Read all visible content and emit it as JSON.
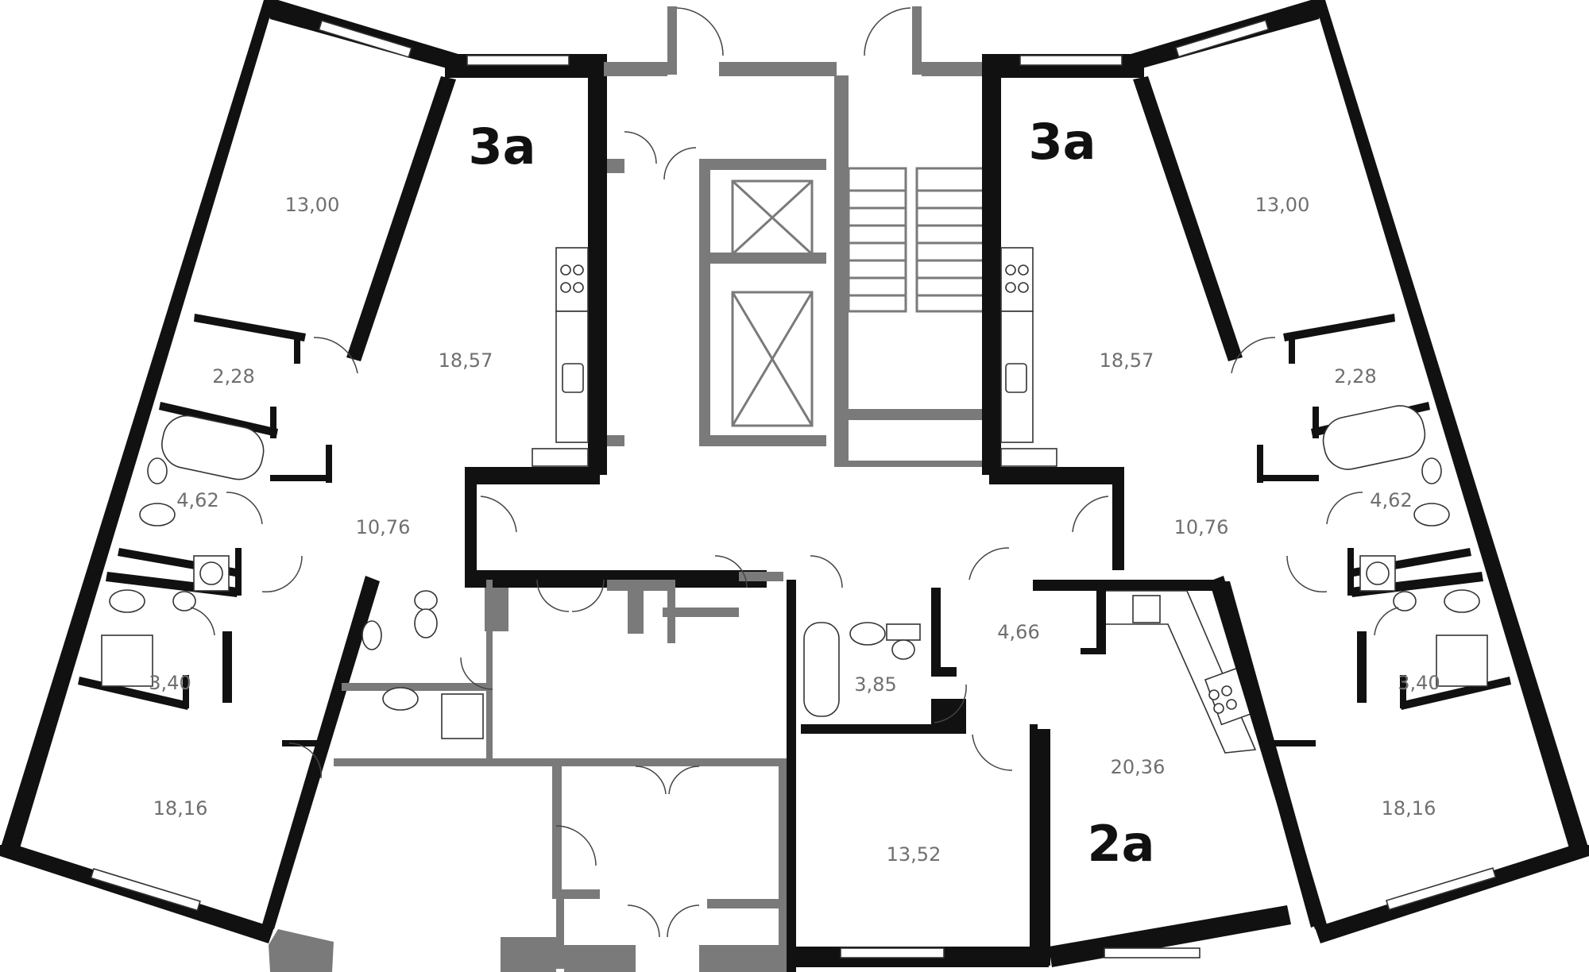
{
  "units": [
    {
      "id": "left-3a",
      "label": "3а"
    },
    {
      "id": "right-3a",
      "label": "3а"
    },
    {
      "id": "center-2a",
      "label": "2а"
    }
  ],
  "rooms": {
    "left": {
      "bedroom_top": "13,00",
      "living": "18,57",
      "storage": "2,28",
      "bath": "4,62",
      "hall": "10,76",
      "shower": "3,40",
      "bedroom_bottom": "18,16"
    },
    "right": {
      "bedroom_top": "13,00",
      "living": "18,57",
      "storage": "2,28",
      "bath": "4,62",
      "hall": "10,76",
      "shower": "3,40",
      "bedroom_bottom": "18,16"
    },
    "center": {
      "hall": "4,66",
      "bath": "3,85",
      "kitchen": "20,36",
      "bedroom": "13,52"
    }
  },
  "colors": {
    "wall": "#111111",
    "partition_gray": "#7a7a7a",
    "area_text": "#6f6f6f",
    "background": "#ffffff"
  }
}
